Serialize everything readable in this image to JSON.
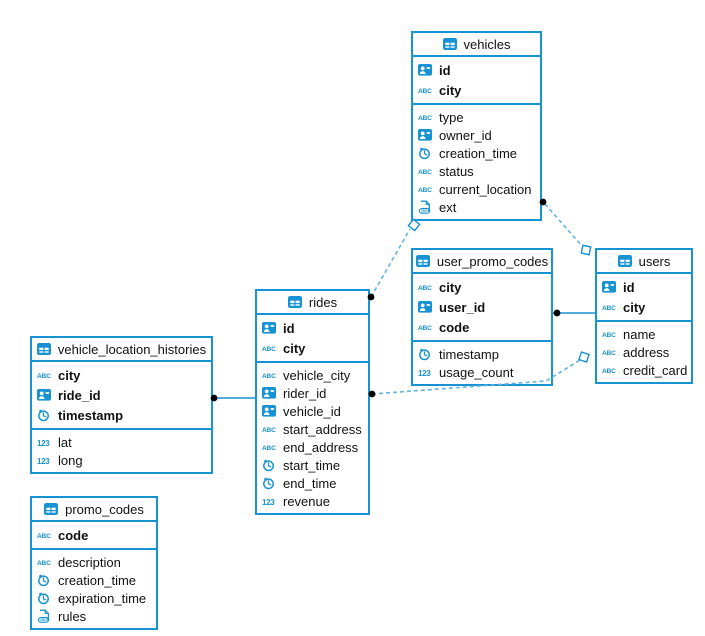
{
  "diagram": {
    "accent_color": "#1792d2",
    "dashed_line_color": "#62b3e2",
    "endpoint_dot_color": "#000000",
    "tables": [
      {
        "title": "vehicles",
        "columns": [
          {
            "name": "id",
            "type": "id",
            "pk": true
          },
          {
            "name": "city",
            "type": "text",
            "pk": true
          },
          {
            "name": "type",
            "type": "text",
            "pk": false
          },
          {
            "name": "owner_id",
            "type": "id",
            "pk": false
          },
          {
            "name": "creation_time",
            "type": "time",
            "pk": false
          },
          {
            "name": "status",
            "type": "text",
            "pk": false
          },
          {
            "name": "current_location",
            "type": "text",
            "pk": false
          },
          {
            "name": "ext",
            "type": "json",
            "pk": false
          }
        ]
      },
      {
        "title": "user_promo_codes",
        "columns": [
          {
            "name": "city",
            "type": "text",
            "pk": true
          },
          {
            "name": "user_id",
            "type": "id",
            "pk": true
          },
          {
            "name": "code",
            "type": "text",
            "pk": true
          },
          {
            "name": "timestamp",
            "type": "time",
            "pk": false
          },
          {
            "name": "usage_count",
            "type": "number",
            "pk": false
          }
        ]
      },
      {
        "title": "users",
        "columns": [
          {
            "name": "id",
            "type": "id",
            "pk": true
          },
          {
            "name": "city",
            "type": "text",
            "pk": true
          },
          {
            "name": "name",
            "type": "text",
            "pk": false
          },
          {
            "name": "address",
            "type": "text",
            "pk": false
          },
          {
            "name": "credit_card",
            "type": "text",
            "pk": false
          }
        ]
      },
      {
        "title": "rides",
        "columns": [
          {
            "name": "id",
            "type": "id",
            "pk": true
          },
          {
            "name": "city",
            "type": "text",
            "pk": true
          },
          {
            "name": "vehicle_city",
            "type": "text",
            "pk": false
          },
          {
            "name": "rider_id",
            "type": "id",
            "pk": false
          },
          {
            "name": "vehicle_id",
            "type": "id",
            "pk": false
          },
          {
            "name": "start_address",
            "type": "text",
            "pk": false
          },
          {
            "name": "end_address",
            "type": "text",
            "pk": false
          },
          {
            "name": "start_time",
            "type": "time",
            "pk": false
          },
          {
            "name": "end_time",
            "type": "time",
            "pk": false
          },
          {
            "name": "revenue",
            "type": "number",
            "pk": false
          }
        ]
      },
      {
        "title": "vehicle_location_histories",
        "columns": [
          {
            "name": "city",
            "type": "text",
            "pk": true
          },
          {
            "name": "ride_id",
            "type": "id",
            "pk": true
          },
          {
            "name": "timestamp",
            "type": "time",
            "pk": true
          },
          {
            "name": "lat",
            "type": "number",
            "pk": false
          },
          {
            "name": "long",
            "type": "number",
            "pk": false
          }
        ]
      },
      {
        "title": "promo_codes",
        "columns": [
          {
            "name": "code",
            "type": "text",
            "pk": true
          },
          {
            "name": "description",
            "type": "text",
            "pk": false
          },
          {
            "name": "creation_time",
            "type": "time",
            "pk": false
          },
          {
            "name": "expiration_time",
            "type": "time",
            "pk": false
          },
          {
            "name": "rules",
            "type": "json",
            "pk": false
          }
        ]
      }
    ],
    "relations": [
      {
        "from": "rides",
        "to": "vehicles",
        "style": "dashed"
      },
      {
        "from": "vehicles",
        "to": "users",
        "style": "dashed"
      },
      {
        "from": "user_promo_codes",
        "to": "users",
        "style": "solid"
      },
      {
        "from": "rides",
        "to": "users",
        "style": "dashed"
      },
      {
        "from": "vehicle_location_histories",
        "to": "rides",
        "style": "solid"
      }
    ]
  }
}
